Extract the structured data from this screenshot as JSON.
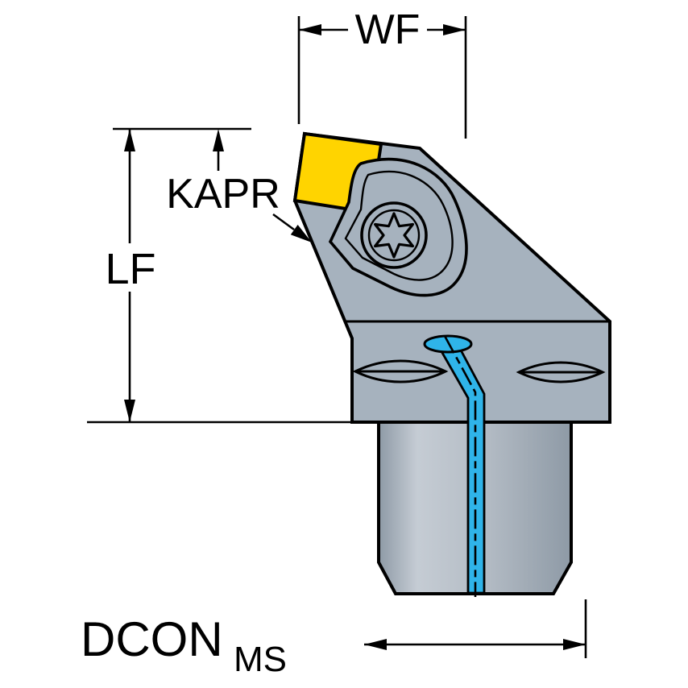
{
  "labels": {
    "wf": "WF",
    "kapr": "KAPR",
    "lf": "LF",
    "dcon": "DCON",
    "dcon_subscript": "MS"
  },
  "colors": {
    "background": "#FFFFFF",
    "outline": "#000000",
    "tool_gray": "#A6B2BE",
    "shank_gray_light": "#C5CCD4",
    "shank_gray_dark": "#8E9AA6",
    "insert_yellow": "#FFD400",
    "coolant_cyan": "#2FB4E9"
  }
}
